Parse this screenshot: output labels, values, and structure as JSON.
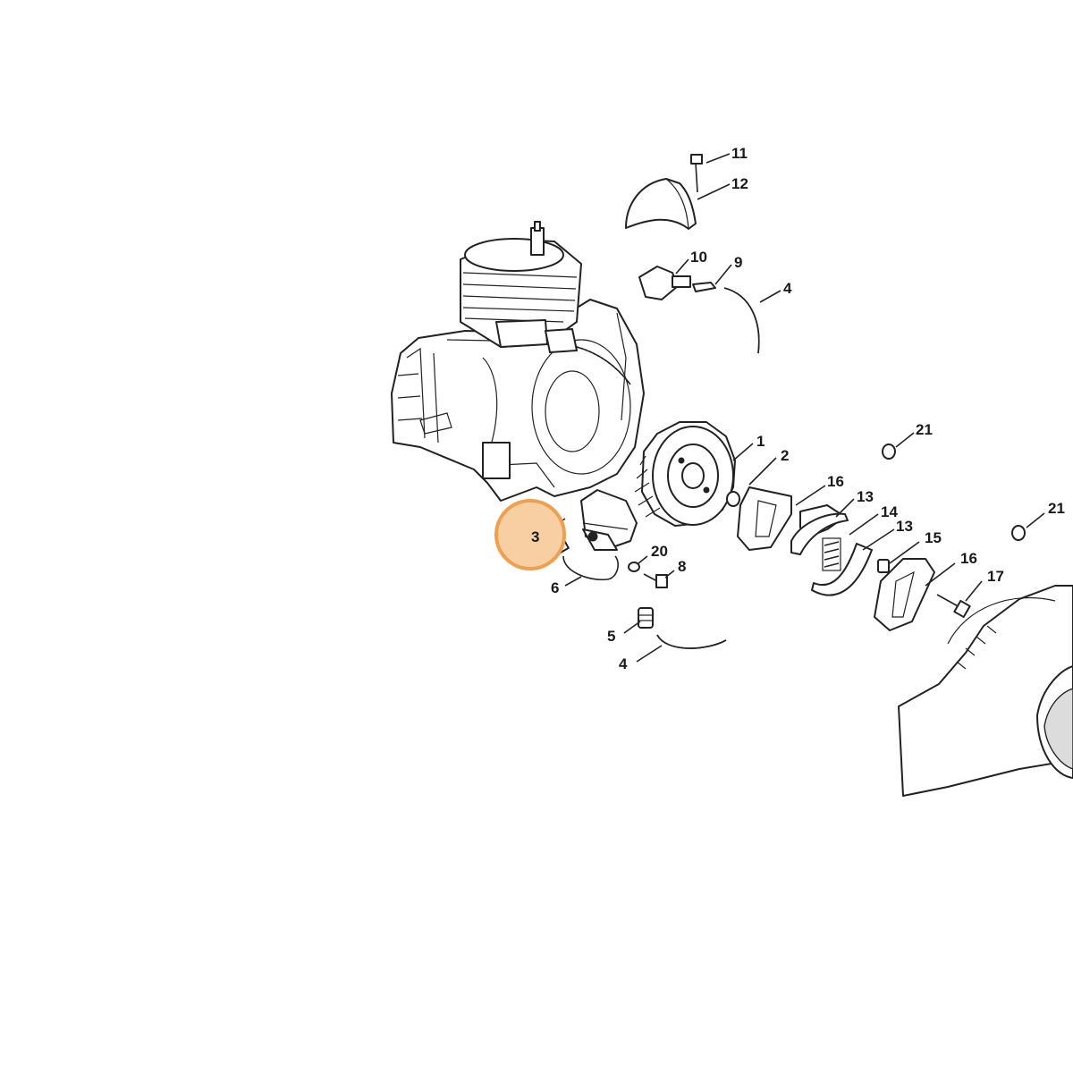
{
  "diagram": {
    "highlight_color": "#ef9f4e",
    "highlight_fill": "#f7cfa3",
    "highlighted_part": "3",
    "callouts": [
      {
        "id": "c11",
        "label": "11"
      },
      {
        "id": "c12",
        "label": "12"
      },
      {
        "id": "c10",
        "label": "10"
      },
      {
        "id": "c9",
        "label": "9"
      },
      {
        "id": "c4a",
        "label": "4"
      },
      {
        "id": "c21a",
        "label": "21"
      },
      {
        "id": "c1",
        "label": "1"
      },
      {
        "id": "c2",
        "label": "2"
      },
      {
        "id": "c16a",
        "label": "16"
      },
      {
        "id": "c13a",
        "label": "13"
      },
      {
        "id": "c14",
        "label": "14"
      },
      {
        "id": "c13b",
        "label": "13"
      },
      {
        "id": "c15",
        "label": "15"
      },
      {
        "id": "c21b",
        "label": "21"
      },
      {
        "id": "c16b",
        "label": "16"
      },
      {
        "id": "c17",
        "label": "17"
      },
      {
        "id": "c3",
        "label": "3"
      },
      {
        "id": "c20",
        "label": "20"
      },
      {
        "id": "c8",
        "label": "8"
      },
      {
        "id": "c6",
        "label": "6"
      },
      {
        "id": "c5",
        "label": "5"
      },
      {
        "id": "c4b",
        "label": "4"
      }
    ]
  }
}
